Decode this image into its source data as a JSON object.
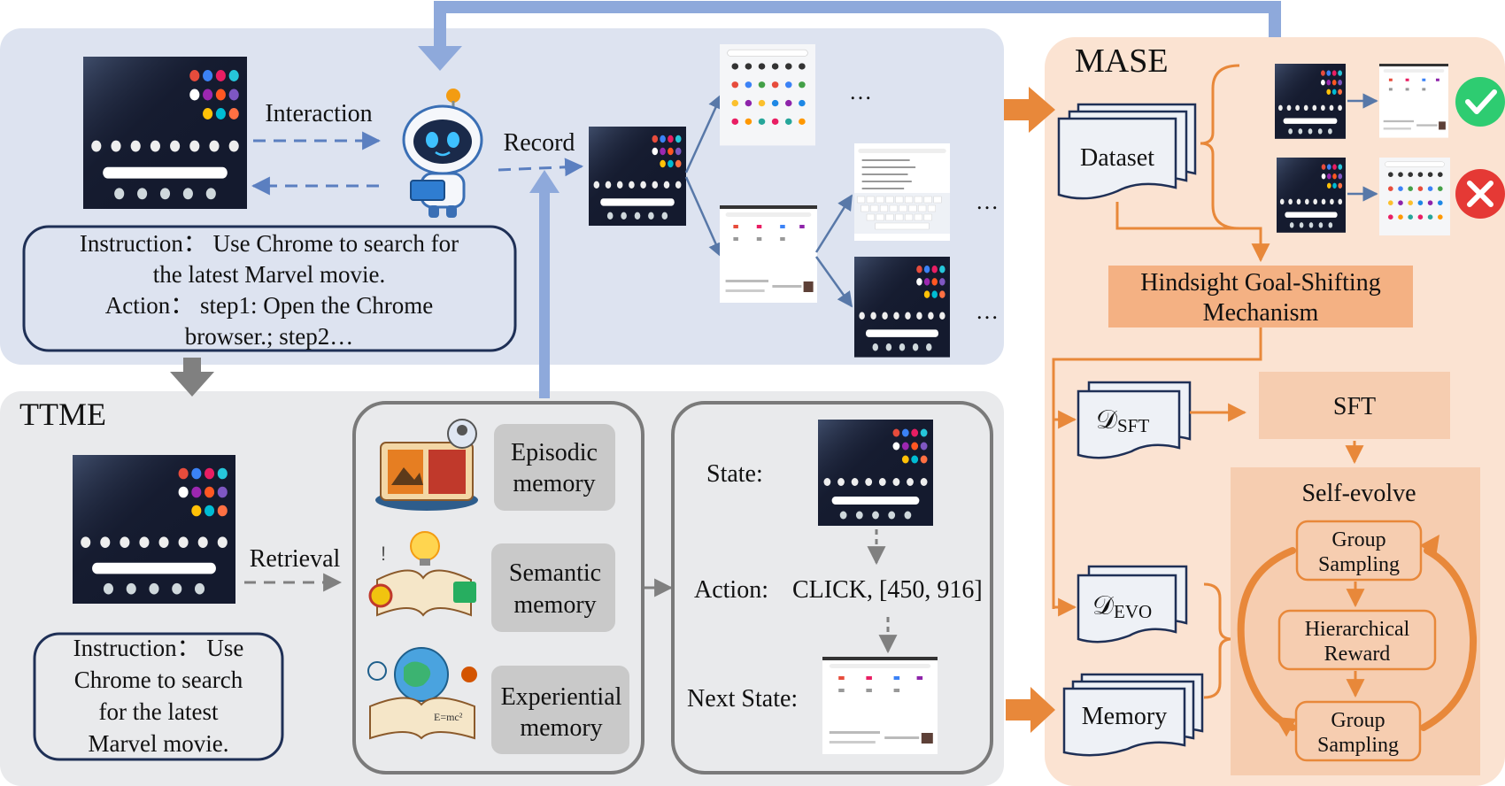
{
  "top_panel": {
    "interaction_label": "Interaction",
    "record_label": "Record",
    "instruction_line1": "Instruction： Use Chrome to search for",
    "instruction_line2": "the latest Marvel movie.",
    "action_line1": "Action： step1: Open the Chrome",
    "action_line2": "browser.; step2…",
    "ellipsis": "…"
  },
  "ttme": {
    "title": "TTME",
    "retrieval_label": "Retrieval",
    "instruction_lines": [
      "Instruction： Use",
      "Chrome to search",
      "for the latest",
      "Marvel movie."
    ],
    "memories": [
      {
        "line1": "Episodic",
        "line2": "memory"
      },
      {
        "line1": "Semantic",
        "line2": "memory"
      },
      {
        "line1": "Experiential",
        "line2": "memory"
      }
    ],
    "state_label": "State:",
    "action_label": "Action:",
    "action_value": "CLICK, [450, 916]",
    "next_state_label": "Next State:"
  },
  "mase": {
    "title": "MASE",
    "dataset_label": "Dataset",
    "hgs_line1": "Hindsight Goal-Shifting",
    "hgs_line2": "Mechanism",
    "d_sft_main": "𝒟",
    "d_sft_sub": "SFT",
    "d_evo_main": "𝒟",
    "d_evo_sub": "EVO",
    "memory_label": "Memory",
    "sft_label": "SFT",
    "self_evolve_title": "Self-evolve",
    "group_sampling_top_l1": "Group",
    "group_sampling_top_l2": "Sampling",
    "hier_reward_l1": "Hierarchical",
    "hier_reward_l2": "Reward",
    "group_sampling_bottom_l1": "Group",
    "group_sampling_bottom_l2": "Sampling",
    "success_icon": "check-icon",
    "failure_icon": "cross-icon"
  },
  "colors": {
    "top_panel_bg": "#dde3f0",
    "ttme_bg": "#e9eaec",
    "mase_bg": "#fbe3d2",
    "blue_arrow": "#8ea9db",
    "orange_arrow": "#e8883a",
    "hgs_box": "#f4b183",
    "success": "#2ecc71",
    "failure": "#e53935"
  }
}
